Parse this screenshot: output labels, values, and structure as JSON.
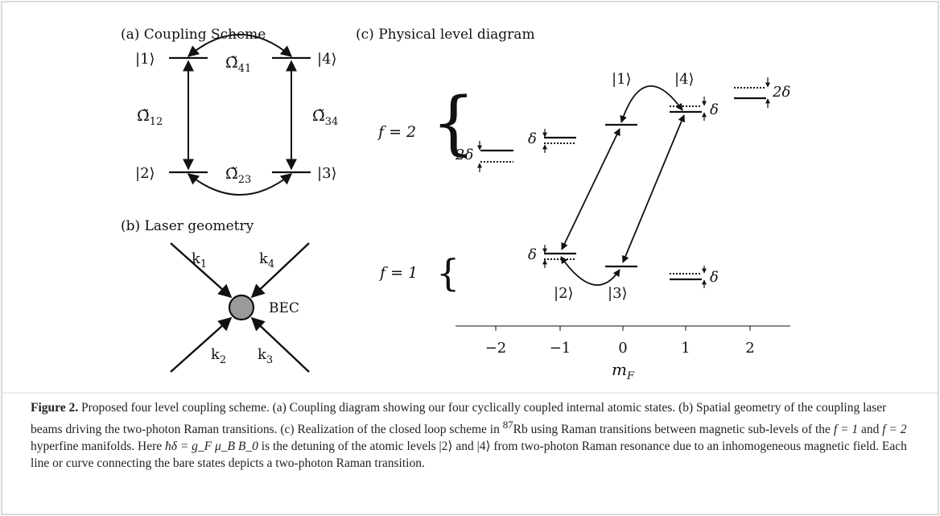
{
  "panel_a": {
    "title": "(a) Coupling Scheme",
    "states": {
      "s1": "|1⟩",
      "s2": "|2⟩",
      "s3": "|3⟩",
      "s4": "|4⟩"
    },
    "couplings": {
      "c41": {
        "main": "Ω̃",
        "sub": "41"
      },
      "c12": {
        "main": "Ω̃",
        "sub": "12"
      },
      "c34": {
        "main": "Ω̃",
        "sub": "34"
      },
      "c23": {
        "main": "Ω̃",
        "sub": "23"
      }
    }
  },
  "panel_b": {
    "title": "(b) Laser geometry",
    "beams": {
      "k1": {
        "main": "k",
        "sub": "1"
      },
      "k2": {
        "main": "k",
        "sub": "2"
      },
      "k3": {
        "main": "k",
        "sub": "3"
      },
      "k4": {
        "main": "k",
        "sub": "4"
      }
    },
    "bec_label": "BEC"
  },
  "panel_c": {
    "title": "(c) Physical level diagram",
    "manifold_f2": "f = 2",
    "manifold_f1": "f = 1",
    "state_labels": {
      "s1": "|1⟩",
      "s2": "|2⟩",
      "s3": "|3⟩",
      "s4": "|4⟩"
    },
    "delta": "δ",
    "two_delta": "2δ",
    "x_axis": {
      "ticks": [
        "−2",
        "−1",
        "0",
        "1",
        "2"
      ],
      "label_main": "m",
      "label_sub": "F"
    }
  },
  "caption": {
    "label": "Figure 2.",
    "sentence1": " Proposed four level coupling scheme. (a) Coupling diagram showing our four cyclically coupled internal atomic states. (b) Spatial geometry of the coupling laser beams driving the two-photon Raman transitions. (c) Realization of the closed loop scheme in ",
    "isotope_mass": "87",
    "sentence2": "Rb using Raman transitions between magnetic sub-levels of the ",
    "f1": "f = 1",
    "and": " and ",
    "f2": "f = 2",
    "sentence3": " hyperfine manifolds. Here ",
    "formula": "ħδ = g_F μ_B B_0",
    "sentence4": " is the detuning of the atomic levels |2⟩ and |4⟩ from two-photon Raman resonance due to an inhomogeneous magnetic field. Each line or curve connecting the bare states depicts a two-photon Raman transition."
  }
}
